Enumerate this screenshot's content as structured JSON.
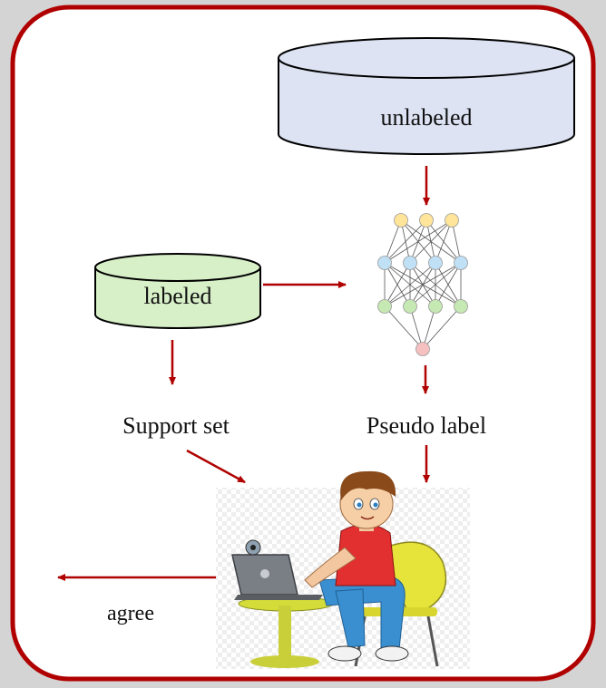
{
  "diagram": {
    "nodes": {
      "unlabeled": {
        "label": "unlabeled"
      },
      "labeled": {
        "label": "labeled"
      },
      "support_set": {
        "label": "Support set"
      },
      "pseudo_label": {
        "label": "Pseudo label"
      },
      "agree": {
        "label": "agree"
      }
    },
    "neural_network": {
      "layers": [
        3,
        4,
        4,
        1
      ],
      "layer_colors": [
        "#ffe59a",
        "#bfe0f5",
        "#c6e8b2",
        "#f6c0c0"
      ]
    },
    "edges": [
      {
        "from": "unlabeled",
        "to": "neural_network"
      },
      {
        "from": "labeled",
        "to": "neural_network"
      },
      {
        "from": "labeled",
        "to": "support_set"
      },
      {
        "from": "neural_network",
        "to": "pseudo_label"
      },
      {
        "from": "support_set",
        "to": "human_annotator"
      },
      {
        "from": "pseudo_label",
        "to": "human_annotator"
      },
      {
        "from": "human_annotator",
        "to": "agree"
      }
    ],
    "colors": {
      "frame_border": "#b00000",
      "arrow": "#b00000",
      "unlabeled_fill": "#dde3f3",
      "labeled_fill": "#d8f0c8",
      "background": "#d4d4d4"
    }
  }
}
